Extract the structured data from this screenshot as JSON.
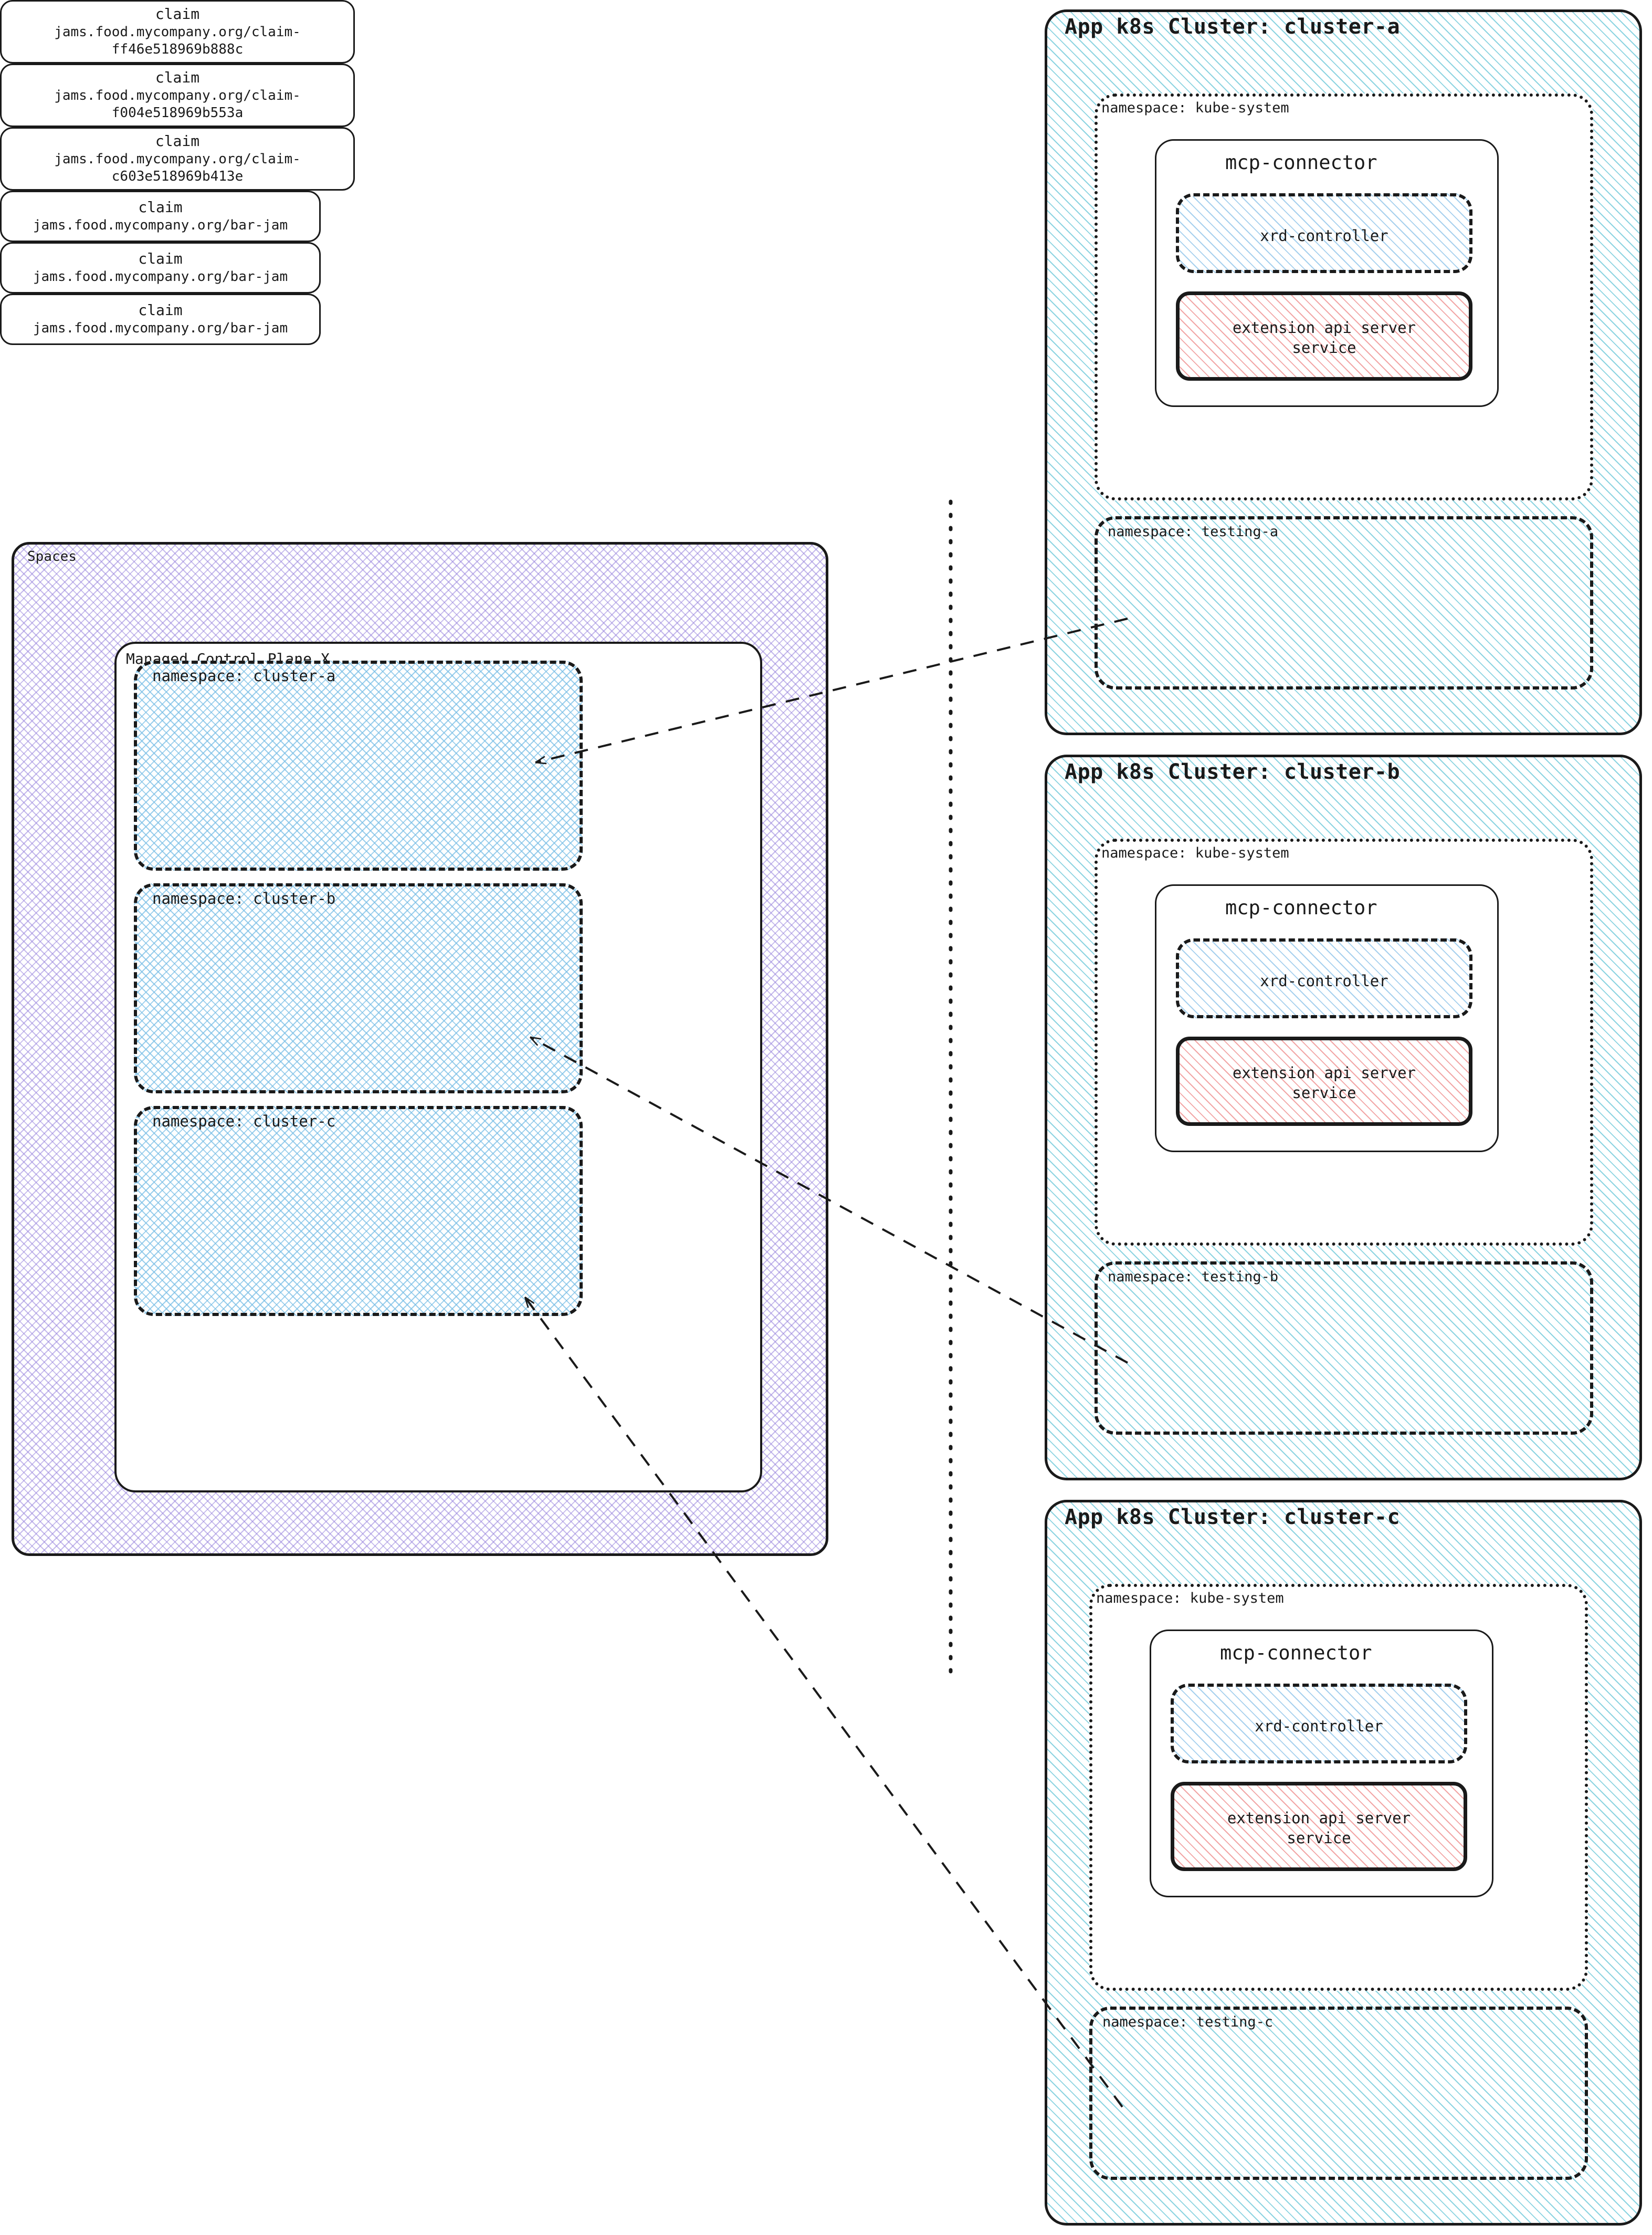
{
  "spaces": {
    "title": "Spaces",
    "control_plane": {
      "title": "Managed Control Plane X",
      "namespaces": [
        {
          "label": "namespace: cluster-a",
          "claim": {
            "kind": "claim",
            "ref_line1": "jams.food.mycompany.org/claim-",
            "ref_line2": "ff46e518969b888c"
          }
        },
        {
          "label": "namespace: cluster-b",
          "claim": {
            "kind": "claim",
            "ref_line1": "jams.food.mycompany.org/claim-",
            "ref_line2": "f004e518969b553a"
          }
        },
        {
          "label": "namespace: cluster-c",
          "claim": {
            "kind": "claim",
            "ref_line1": "jams.food.mycompany.org/claim-",
            "ref_line2": "c603e518969b413e"
          }
        }
      ]
    }
  },
  "clusters": [
    {
      "title": "App k8s Cluster: cluster-a",
      "kube_system": {
        "label": "namespace: kube-system",
        "connector": {
          "title": "mcp-connector",
          "xrd_controller": "xrd-controller",
          "ext_api_line1": "extension api server",
          "ext_api_line2": "service"
        }
      },
      "testing": {
        "label": "namespace: testing-a",
        "claim": {
          "kind": "claim",
          "ref": "jams.food.mycompany.org/bar-jam"
        }
      }
    },
    {
      "title": "App k8s Cluster: cluster-b",
      "kube_system": {
        "label": "namespace: kube-system",
        "connector": {
          "title": "mcp-connector",
          "xrd_controller": "xrd-controller",
          "ext_api_line1": "extension api server",
          "ext_api_line2": "service"
        }
      },
      "testing": {
        "label": "namespace: testing-b",
        "claim": {
          "kind": "claim",
          "ref": "jams.food.mycompany.org/bar-jam"
        }
      }
    },
    {
      "title": "App k8s Cluster: cluster-c",
      "kube_system": {
        "label": "namespace: kube-system",
        "connector": {
          "title": "mcp-connector",
          "xrd_controller": "xrd-controller",
          "ext_api_line1": "extension api server",
          "ext_api_line2": "service"
        }
      },
      "testing": {
        "label": "namespace: testing-c",
        "claim": {
          "kind": "claim",
          "ref": "jams.food.mycompany.org/bar-jam"
        }
      }
    }
  ],
  "colors": {
    "stroke": "#1a1a1a",
    "spaces_hatch": "#9682dc",
    "namespace_hatch": "#78bee6",
    "cluster_hatch": "#78cddc",
    "xrd_hatch": "#96c8eb",
    "ext_api_hatch": "#f09696",
    "background": "#ffffff"
  }
}
